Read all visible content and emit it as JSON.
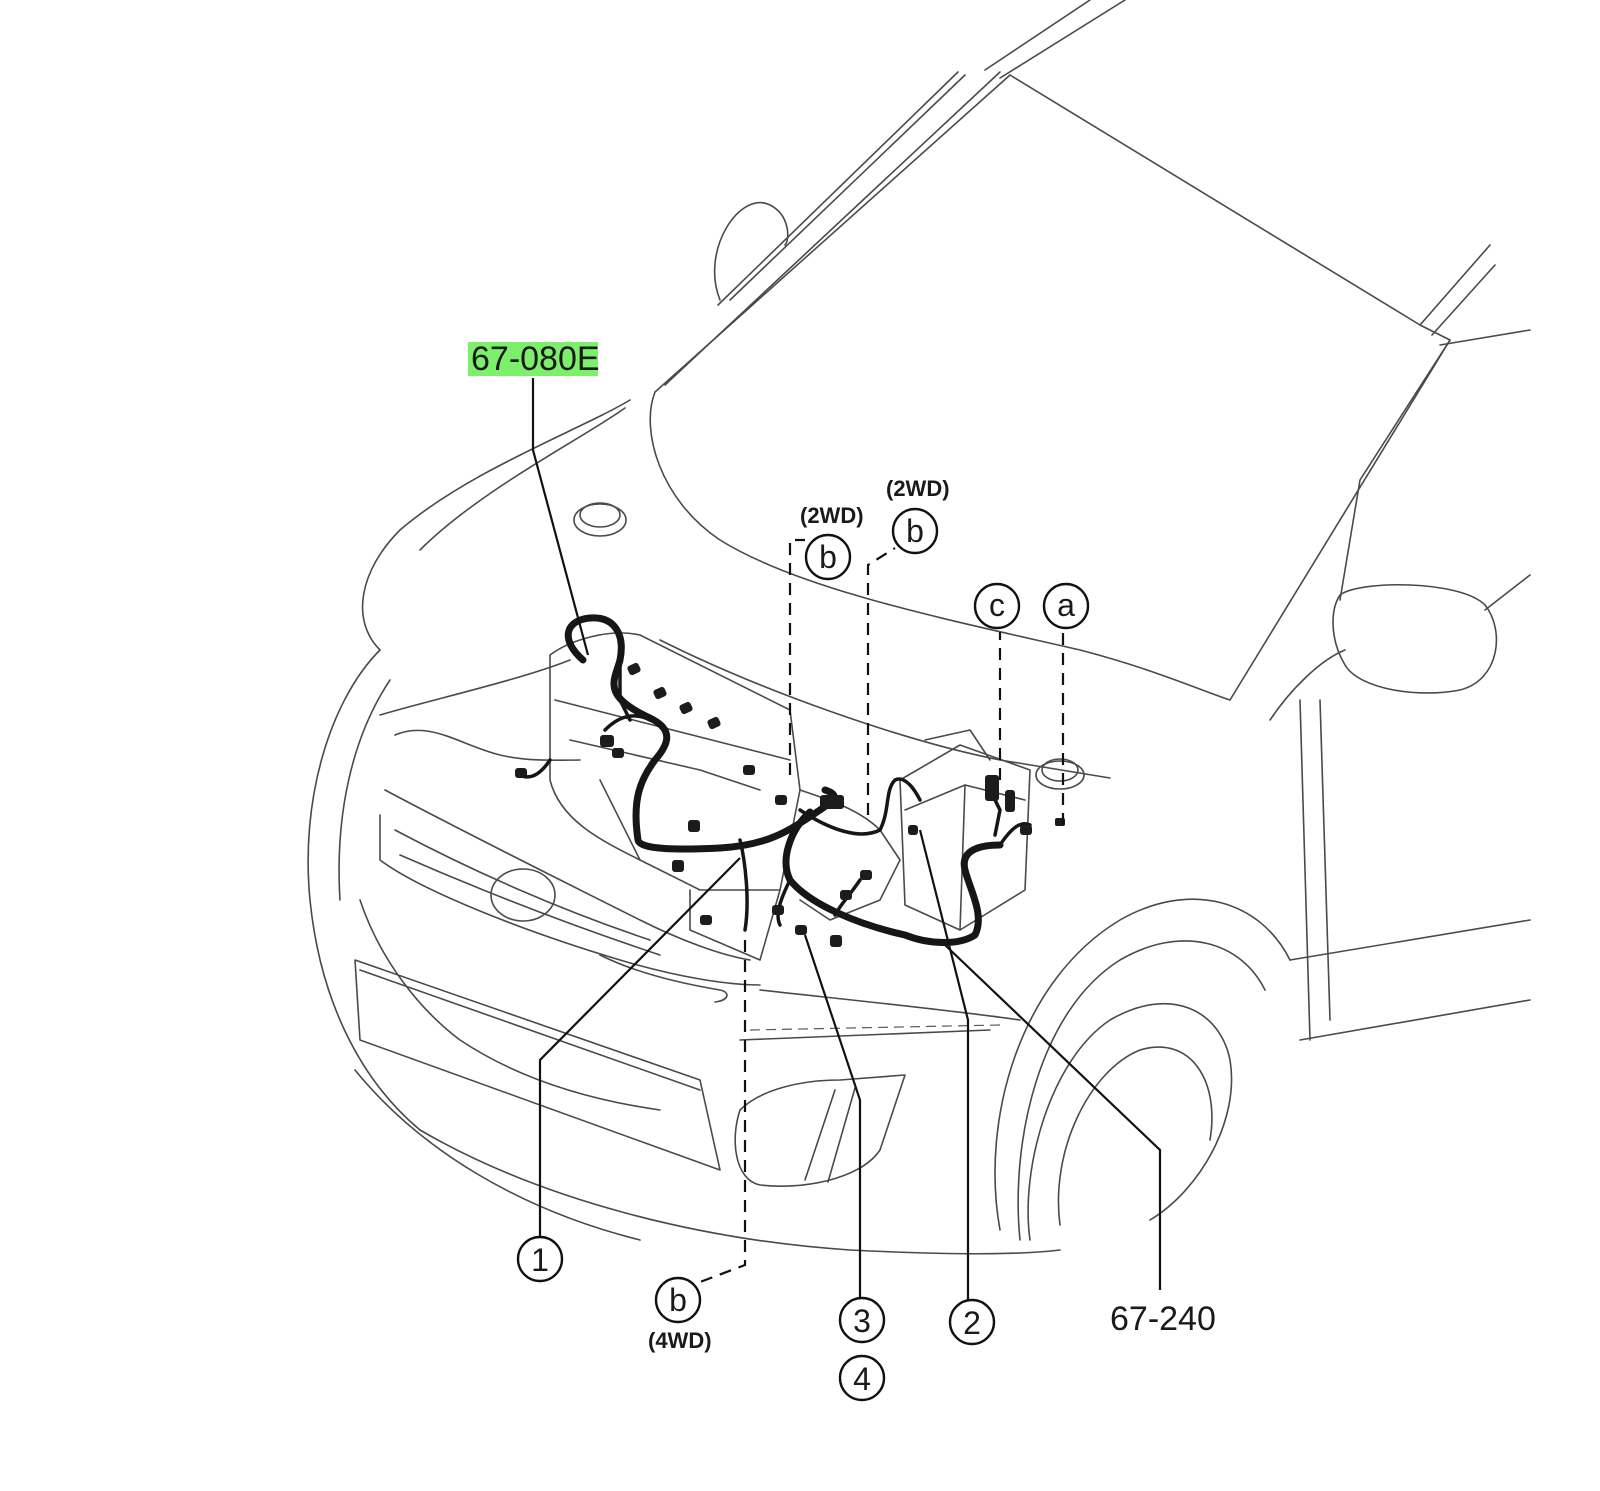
{
  "part_codes": {
    "highlighted": "67-080E",
    "secondary": "67-240"
  },
  "colors": {
    "highlight": "#7CF06A"
  },
  "callouts": [
    {
      "id": "1",
      "text": "1"
    },
    {
      "id": "2",
      "text": "2"
    },
    {
      "id": "3",
      "text": "3"
    },
    {
      "id": "4",
      "text": "4"
    },
    {
      "id": "a",
      "text": "a"
    },
    {
      "id": "c",
      "text": "c"
    },
    {
      "id": "b_2wd_left",
      "text": "b",
      "variant": "(2WD)"
    },
    {
      "id": "b_2wd_right",
      "text": "b",
      "variant": "(2WD)"
    },
    {
      "id": "b_4wd",
      "text": "b",
      "variant": "(4WD)"
    }
  ]
}
